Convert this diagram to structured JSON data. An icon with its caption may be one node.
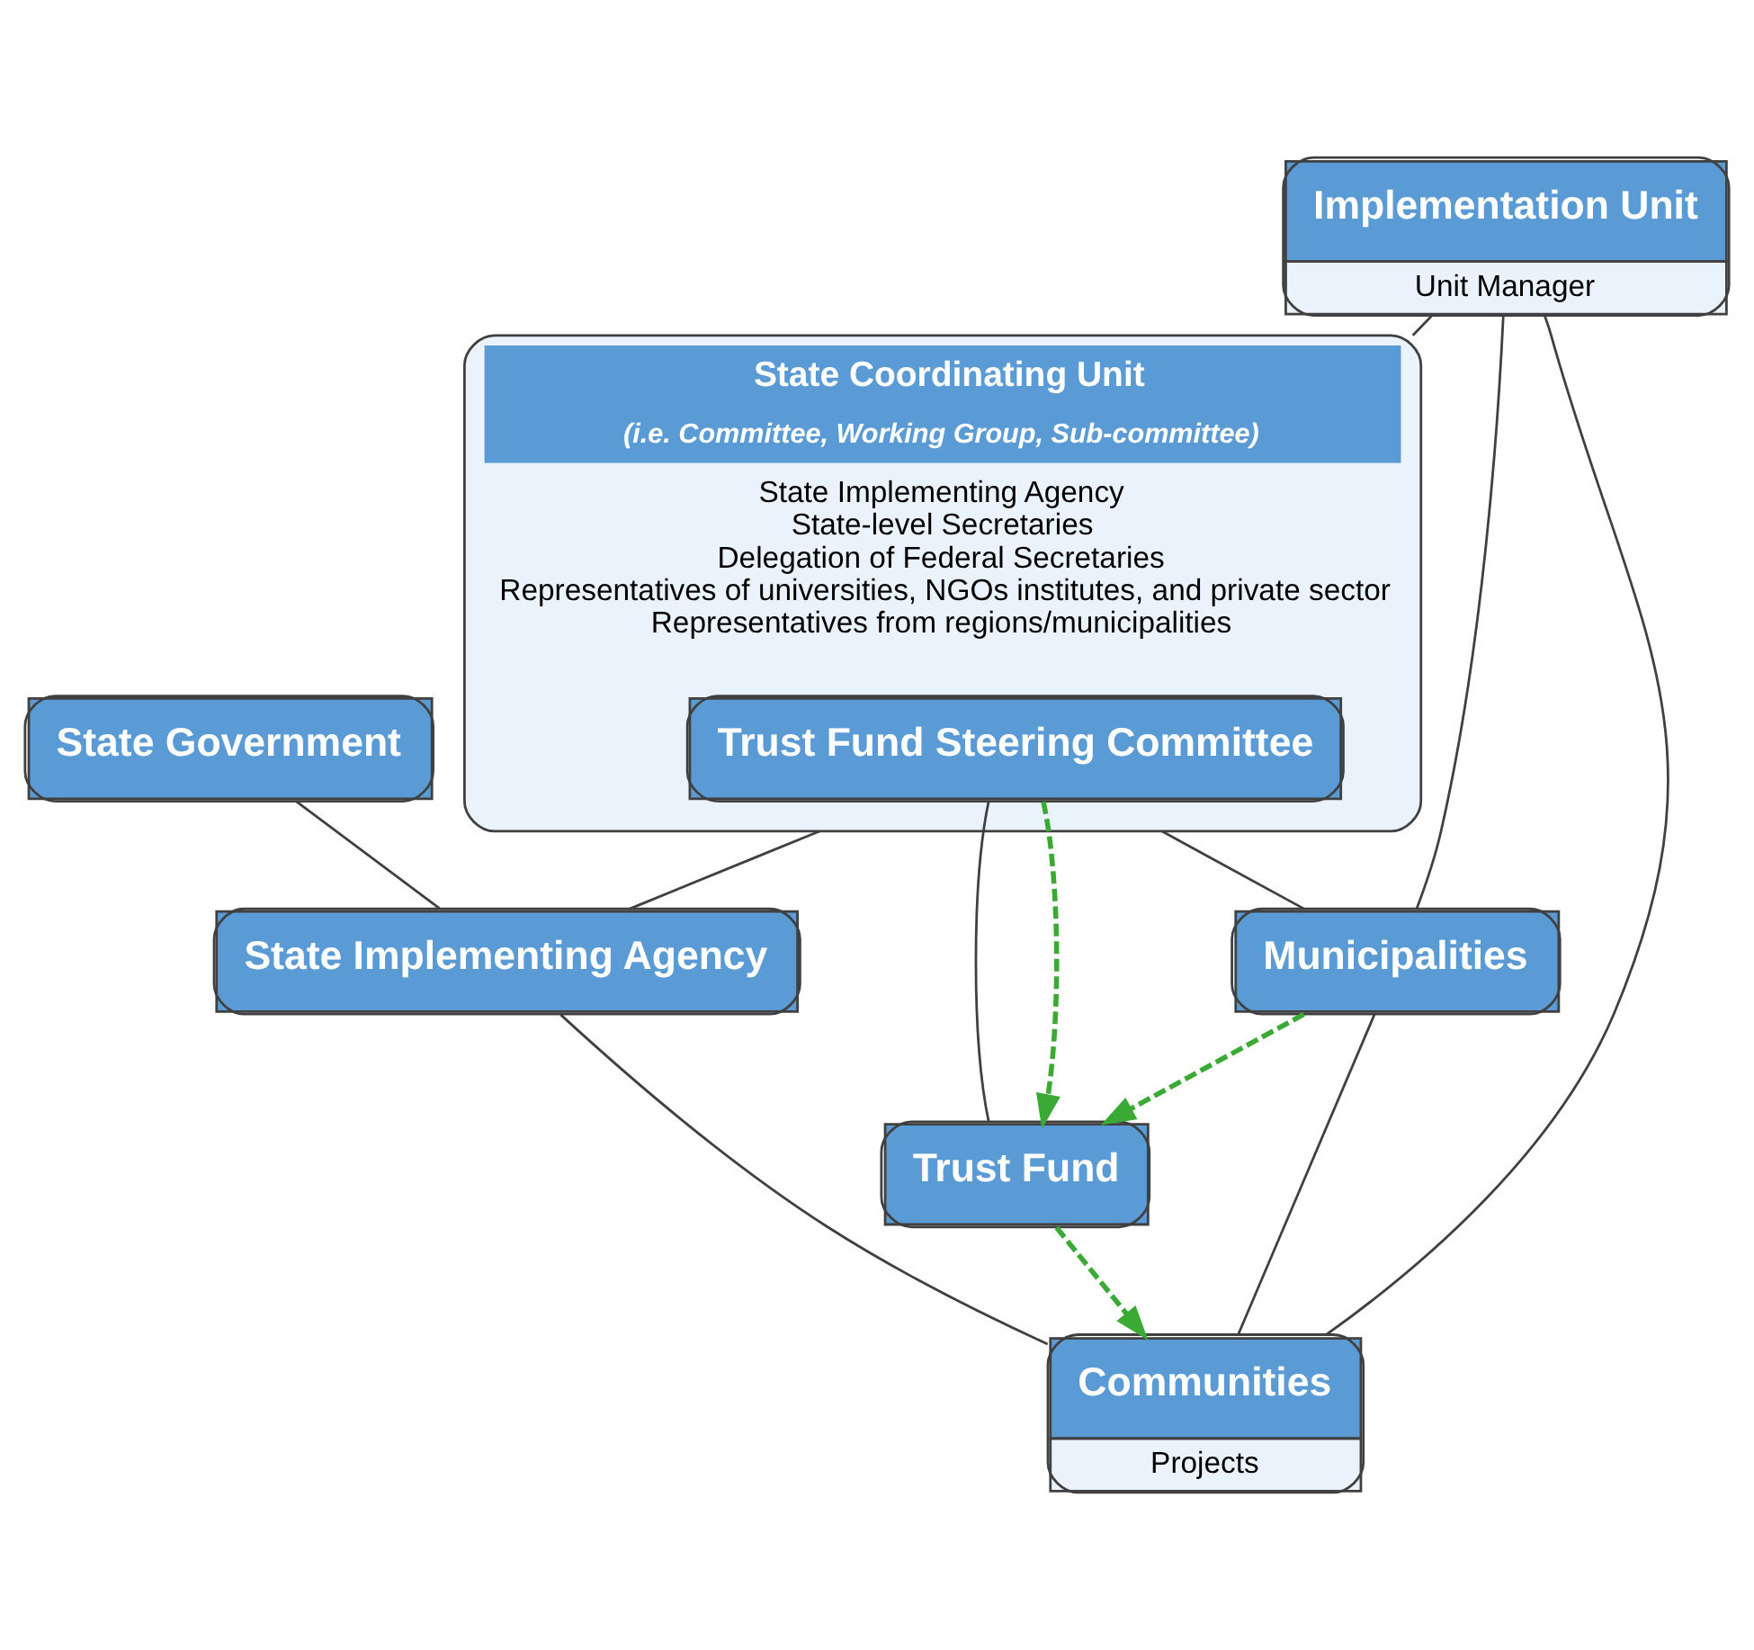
{
  "diagram": {
    "nodes": [
      {
        "text": [
          "State Government"
        ]
      },
      {
        "text": [
          "State Coordinating Unit",
          "(i.e. Committee, Working Group, Sub-committee)",
          "State Implementing Agency",
          "State-level Secretaries",
          "Delegation of Federal Secretaries",
          "Representatives of universities, NGOs institutes, and private sector",
          "Representatives from regions/municipalities"
        ]
      },
      {
        "text": [
          "State Implementing Agency"
        ]
      },
      {
        "text": [
          "Implementation Unit",
          "Unit Manager"
        ]
      },
      {
        "text": [
          "Trust Fund Steering Committee"
        ],
        "in": 1
      },
      {
        "text": [
          "Trust Fund"
        ]
      },
      {
        "text": [
          "Municipalities"
        ]
      },
      {
        "text": [
          "Communities",
          "Projects"
        ]
      }
    ],
    "edges": [
      {
        "from": 0,
        "to": 2,
        "arrow": "none"
      },
      {
        "from": 1,
        "to": 2,
        "arrow": "none"
      },
      {
        "from": 3,
        "to": 1,
        "arrow": "none"
      },
      {
        "from": 4,
        "to": 5,
        "arrow": "none"
      },
      {
        "from": 4,
        "to": 5,
        "arrow": "to",
        "style": "dashed",
        "color": "#3aaa35"
      },
      {
        "from": 6,
        "to": 5,
        "arrow": "to",
        "style": "dashed",
        "color": "#3aaa35"
      },
      {
        "from": 5,
        "to": 7,
        "arrow": "to",
        "style": "dashed",
        "color": "#3aaa35"
      },
      {
        "from": 1,
        "to": 6,
        "arrow": "none"
      },
      {
        "from": 6,
        "to": 7,
        "arrow": "none"
      },
      {
        "from": 3,
        "to": 6,
        "arrow": "none"
      },
      {
        "from": 3,
        "to": 7,
        "arrow": "none"
      },
      {
        "from": 2,
        "to": 7,
        "arrow": "none"
      }
    ]
  }
}
